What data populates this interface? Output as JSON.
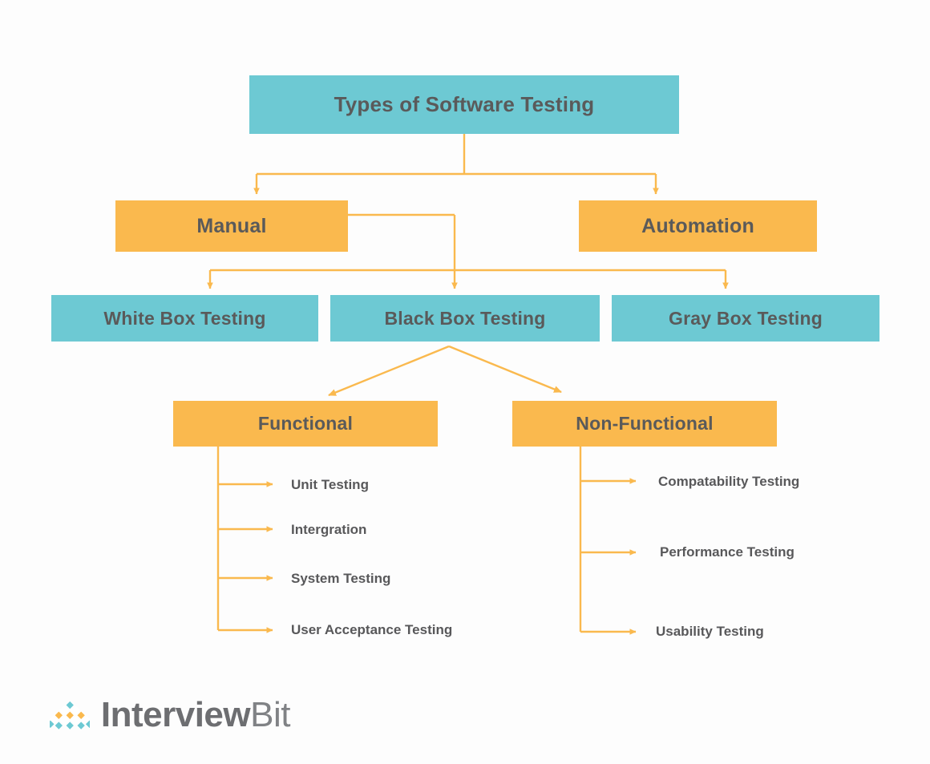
{
  "diagram": {
    "title_node": {
      "label": "Types of Software Testing",
      "color": "#6dc9d3"
    },
    "level2": [
      {
        "label": "Manual",
        "color": "#fab94e"
      },
      {
        "label": "Automation",
        "color": "#fab94e"
      }
    ],
    "level3": [
      {
        "label": "White Box Testing",
        "color": "#6dc9d3"
      },
      {
        "label": "Black Box Testing",
        "color": "#6dc9d3"
      },
      {
        "label": "Gray Box Testing",
        "color": "#6dc9d3"
      }
    ],
    "level4": [
      {
        "label": "Functional",
        "color": "#fab94e"
      },
      {
        "label": "Non-Functional",
        "color": "#fab94e"
      }
    ],
    "functional_items": [
      "Unit Testing",
      "Intergration",
      "System Testing",
      "User Acceptance Testing"
    ],
    "non_functional_items": [
      "Compatability Testing",
      "Performance Testing",
      "Usability Testing"
    ]
  },
  "colors": {
    "teal": "#6dc9d3",
    "orange": "#fab94e",
    "connector": "#fab94e",
    "text": "#58585a",
    "background": "#fdfdfd",
    "logo_gray": "#6d6e71"
  },
  "branding": {
    "logo_name_primary": "Interview",
    "logo_name_secondary": "Bit",
    "logo_icon": "diamond-grid-icon"
  }
}
